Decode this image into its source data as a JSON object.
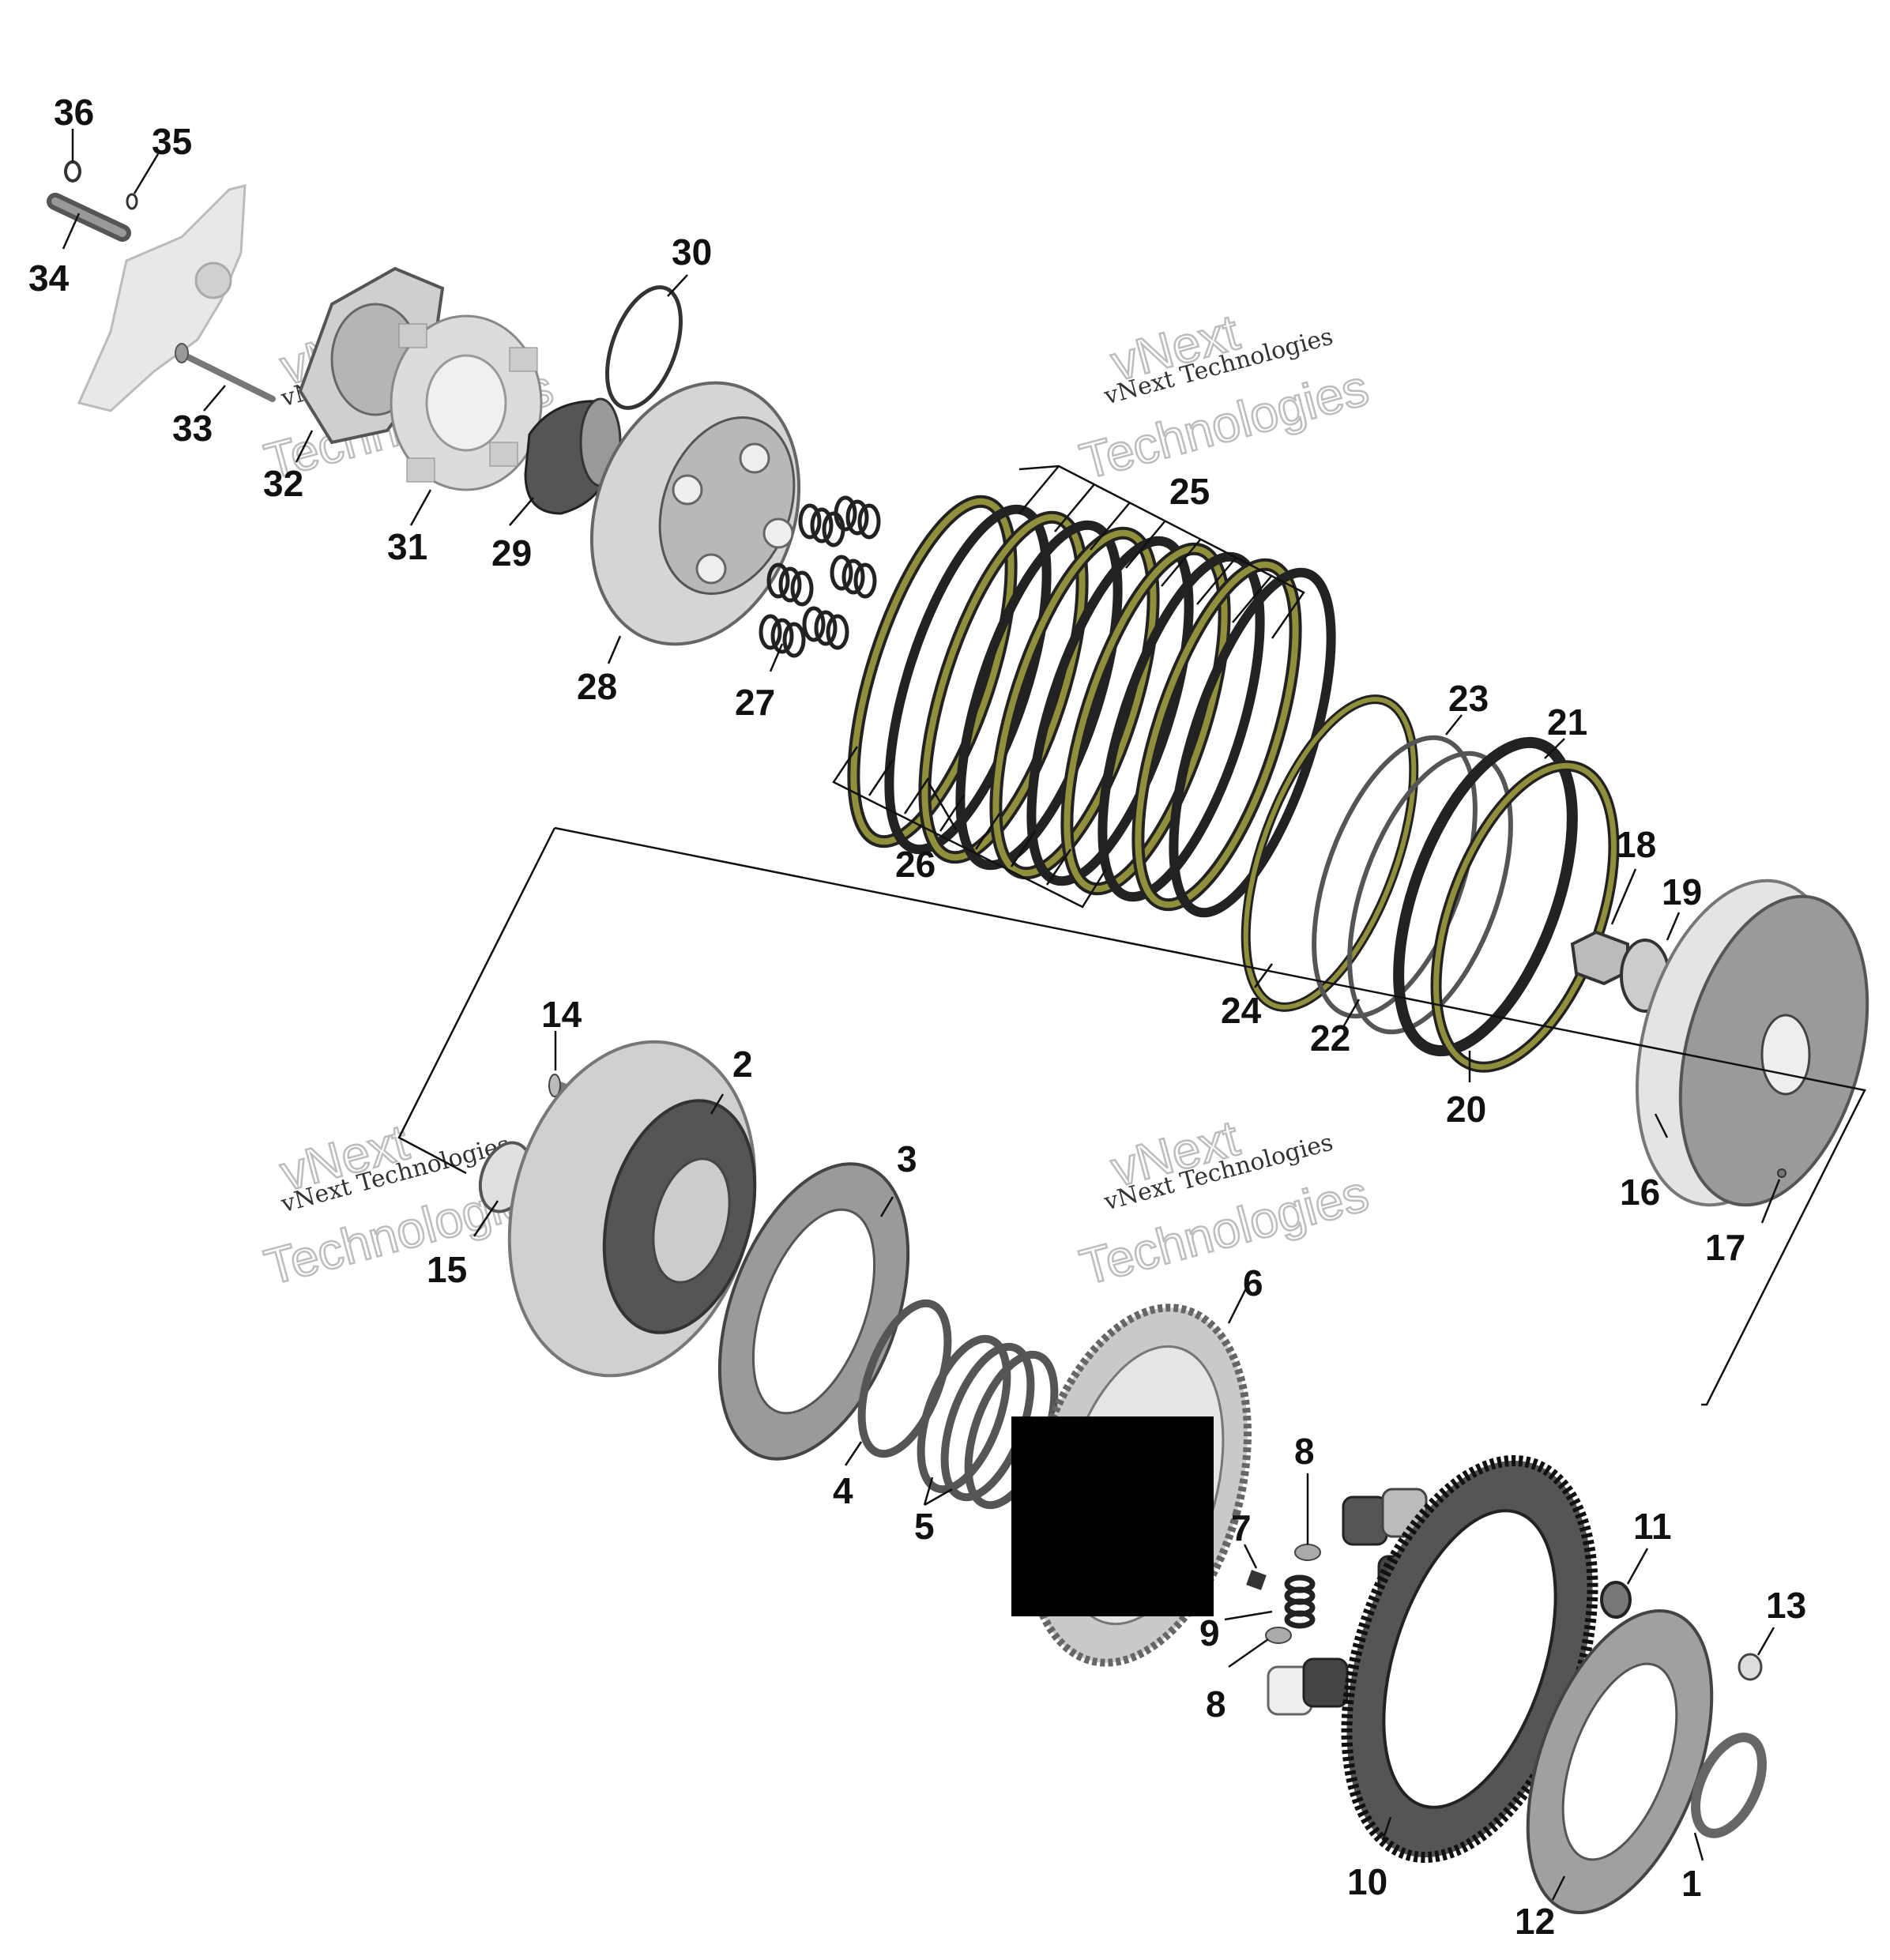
{
  "watermark": {
    "line_a": "vNext Technologies",
    "line_b": "vNext",
    "line_c": "Technologies"
  },
  "callouts": [
    "1",
    "2",
    "3",
    "4",
    "5",
    "6",
    "7",
    "8",
    "9",
    "10",
    "11",
    "12",
    "13",
    "14",
    "15",
    "16",
    "17",
    "18",
    "19",
    "20",
    "21",
    "22",
    "23",
    "24",
    "25",
    "26",
    "27",
    "28",
    "29",
    "30",
    "31",
    "32",
    "33",
    "34",
    "35",
    "36"
  ],
  "colors": {
    "outline": "#111111",
    "part_gray": "#9a9a9a",
    "part_light": "#d9d9d9",
    "friction_olive": "#8f8f3c",
    "redaction": "#000000"
  }
}
